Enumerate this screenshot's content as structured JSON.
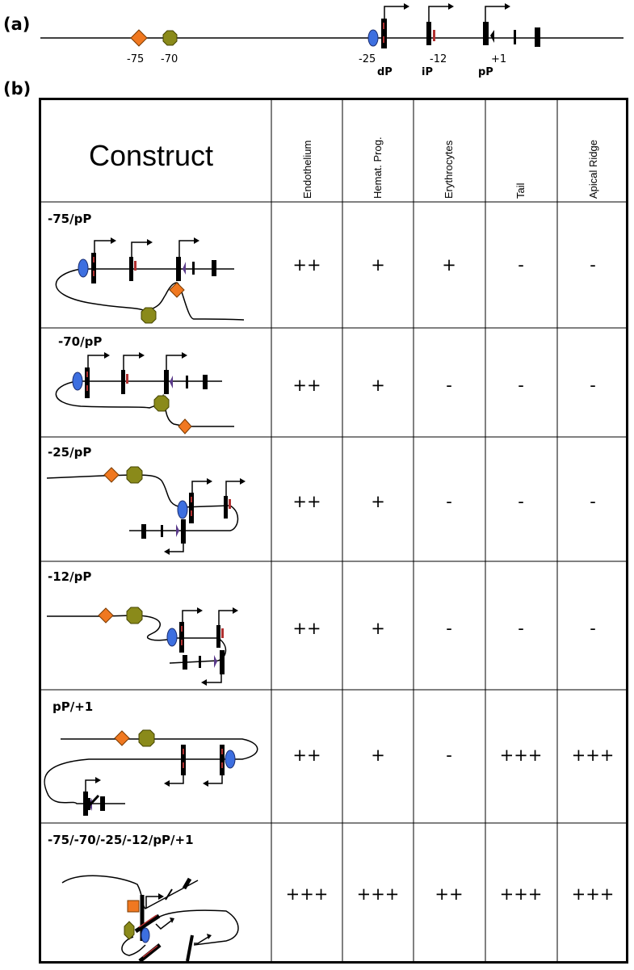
{
  "panel_labels": {
    "a": "(a)",
    "b": "(b)"
  },
  "map": {
    "positions": [
      "-75",
      "-70",
      "-25",
      "-12",
      "+1"
    ],
    "promoters": [
      "dP",
      "iP",
      "pP"
    ]
  },
  "table": {
    "construct_header": "Construct",
    "columns": [
      "Endothelium",
      "Hemat. Prog.",
      "Erythrocytes",
      "Tail",
      "Apical Ridge"
    ],
    "rows": [
      {
        "name": "-75/pP",
        "values": [
          "++",
          "+",
          "+",
          "-",
          "-"
        ]
      },
      {
        "name": "-70/pP",
        "values": [
          "++",
          "+",
          "-",
          "-",
          "-"
        ]
      },
      {
        "name": "-25/pP",
        "values": [
          "++",
          "+",
          "-",
          "-",
          "-"
        ]
      },
      {
        "name": "-12/pP",
        "values": [
          "++",
          "+",
          "-",
          "-",
          "-"
        ]
      },
      {
        "name": "pP/+1",
        "values": [
          "++",
          "+",
          "-",
          "+++",
          "+++"
        ]
      },
      {
        "name": "-75/-70/-25/-12/pP/+1",
        "values": [
          "+++",
          "+++",
          "++",
          "+++",
          "+++"
        ]
      }
    ]
  },
  "colors": {
    "diamond": "#f07820",
    "octagon": "#8a8a1a",
    "ellipse": "#3d6fe0",
    "mark": "#b03030"
  }
}
